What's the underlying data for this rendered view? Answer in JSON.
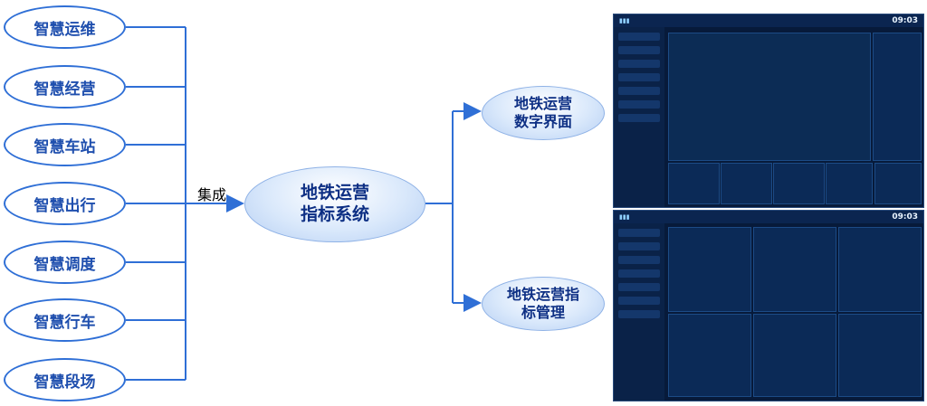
{
  "inputs": [
    "智慧运维",
    "智慧经营",
    "智慧车站",
    "智慧出行",
    "智慧调度",
    "智慧行车",
    "智慧段场"
  ],
  "integration_label": "集成",
  "center": {
    "line1": "地铁运营",
    "line2": "指标系统"
  },
  "outputs": [
    {
      "line1": "地铁运营",
      "line2": "数字界面"
    },
    {
      "line1": "地铁运营指",
      "line2": "标管理"
    }
  ],
  "dashboards": [
    {
      "clock": "09:03"
    },
    {
      "clock": "09:03"
    }
  ],
  "colors": {
    "line": "#2f6fd6",
    "text": "#1f4fae",
    "dashboard_bg": "#071a3a"
  }
}
